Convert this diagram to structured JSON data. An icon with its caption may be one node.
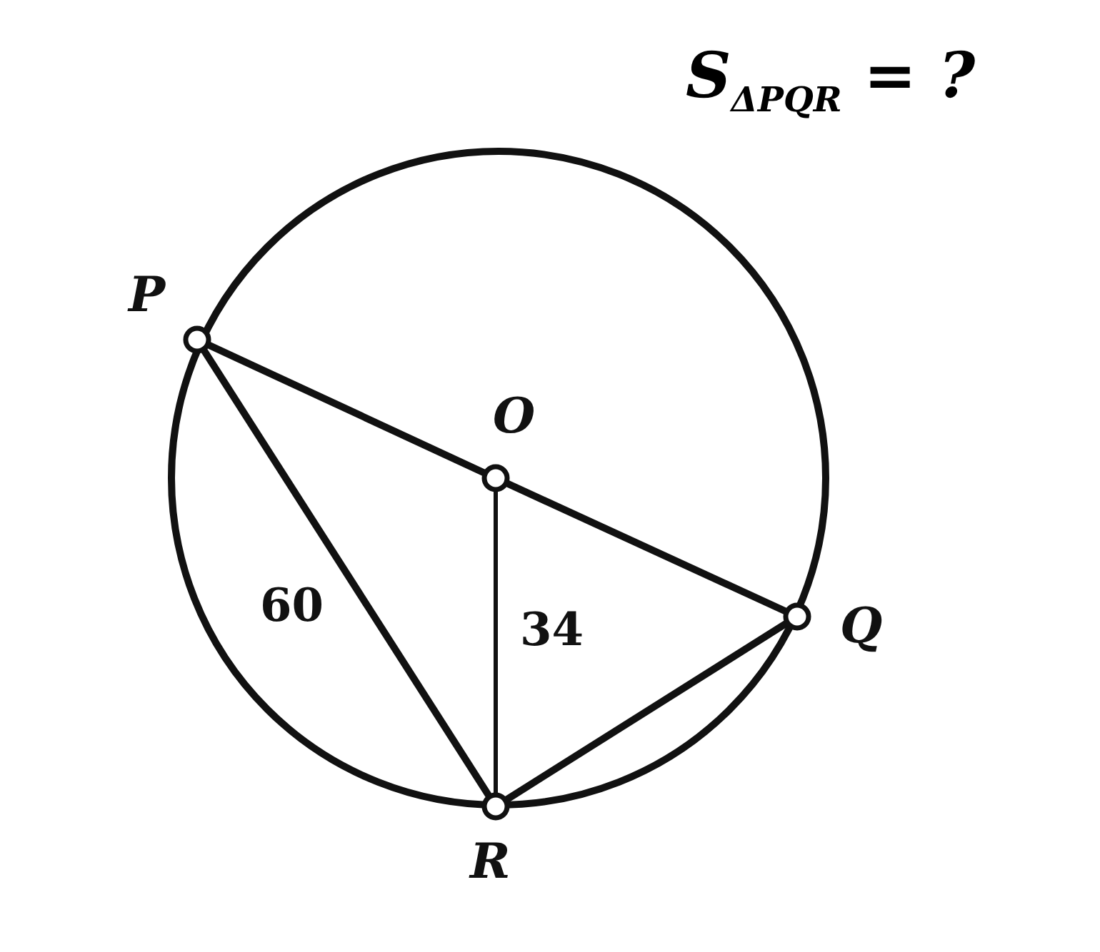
{
  "diagram": {
    "title": "S$_{ΔPQR}$ = ?",
    "nodes": [
      {
        "text": [
          "P"
        ]
      },
      {
        "text": [
          "O"
        ]
      },
      {
        "text": [
          "Q"
        ]
      },
      {
        "text": [
          "R"
        ]
      }
    ],
    "edges": [
      {
        "from": 0,
        "to": 1,
        "arrow": "none"
      },
      {
        "from": 1,
        "to": 2,
        "arrow": "none"
      },
      {
        "from": 0,
        "to": 3,
        "arrow": "none",
        "label": "60"
      },
      {
        "from": 1,
        "to": 3,
        "arrow": "none",
        "label": "34"
      },
      {
        "from": 3,
        "to": 2,
        "arrow": "none"
      }
    ]
  }
}
